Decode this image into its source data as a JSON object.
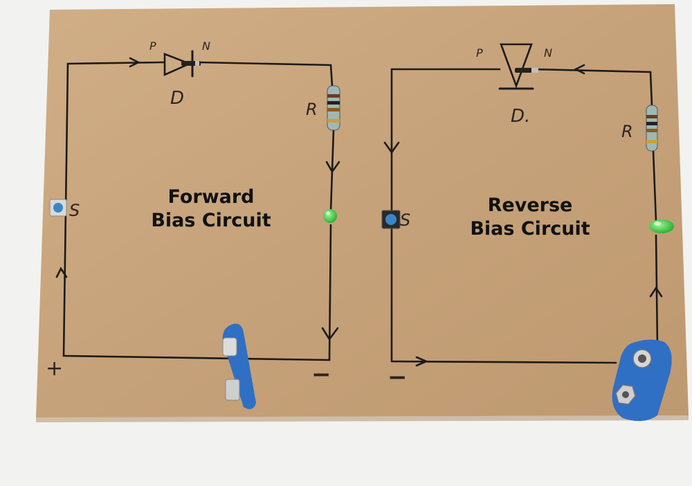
{
  "forward": {
    "title_line1": "Forward",
    "title_line2": "Bias Circuit",
    "diode_anode_mark": "P",
    "diode_cathode_mark": "N",
    "diode_label": "D",
    "resistor_label": "R",
    "switch_label": "S",
    "plus_sign": "+",
    "minus_sign": "−"
  },
  "reverse": {
    "title_line1": "Reverse",
    "title_line2": "Bias Circuit",
    "diode_anode_mark": "P",
    "diode_cathode_mark": "N",
    "diode_label": "D.",
    "resistor_label": "R",
    "switch_label": "S",
    "minus_sign": "−"
  },
  "colors": {
    "board": "#c8a57c",
    "ink": "#1c1a18",
    "led": "#39c43a",
    "clip": "#2f6fc4",
    "switch_cap": "#3a86c8"
  }
}
